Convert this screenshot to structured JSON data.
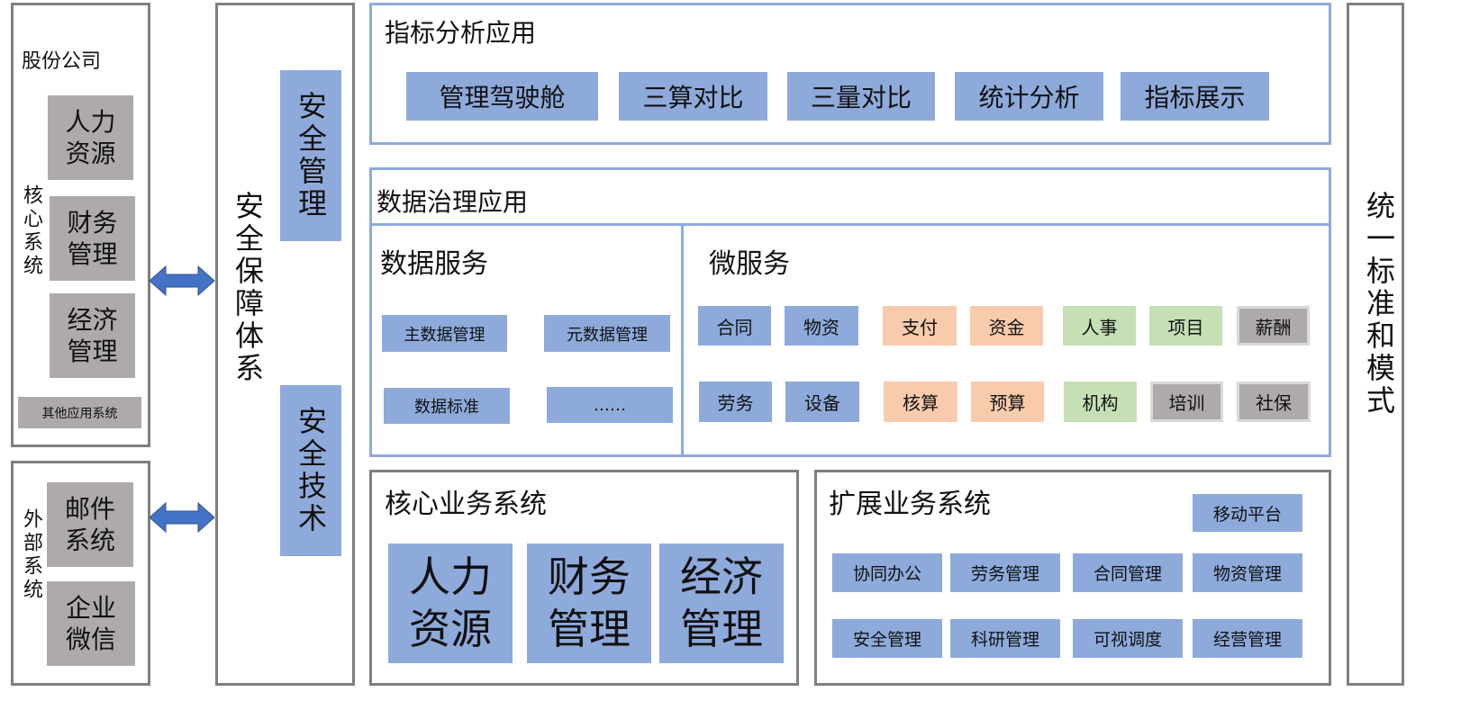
{
  "company": {
    "title": "股份公司",
    "core_label": "核心系统",
    "core_items": [
      "人力\n资源",
      "财务\n管理",
      "经济\n管理"
    ],
    "other": "其他应用系统"
  },
  "external": {
    "label": "外部系统",
    "items": [
      "邮件\n系统",
      "企业\n微信"
    ]
  },
  "security": {
    "title": "安全保障体系",
    "items": [
      "安全管理",
      "安全技术"
    ]
  },
  "indicator": {
    "title": "指标分析应用",
    "items": [
      "管理驾驶舱",
      "三算对比",
      "三量对比",
      "统计分析",
      "指标展示"
    ]
  },
  "governance": {
    "title": "数据治理应用",
    "data_service": {
      "title": "数据服务",
      "items": [
        "主数据管理",
        "元数据管理",
        "数据标准",
        "……"
      ]
    },
    "micro": {
      "title": "微服务",
      "row1": [
        "合同",
        "物资",
        "支付",
        "资金",
        "人事",
        "项目",
        "薪酬"
      ],
      "row2": [
        "劳务",
        "设备",
        "核算",
        "预算",
        "机构",
        "培训",
        "社保"
      ]
    }
  },
  "core_business": {
    "title": "核心业务系统",
    "items": [
      "人力\n资源",
      "财务\n管理",
      "经济\n管理"
    ]
  },
  "extended": {
    "title": "扩展业务系统",
    "mobile": "移动平台",
    "row1": [
      "协同办公",
      "劳务管理",
      "合同管理",
      "物资管理"
    ],
    "row2": [
      "安全管理",
      "科研管理",
      "可视调度",
      "经营管理"
    ]
  },
  "standard": {
    "title": "统一标准和模式"
  },
  "colors": {
    "blue": "#8eaadb",
    "gray": "#aeaaaa",
    "orange": "#f8cbad",
    "green": "#c5e0b4",
    "arrow": "#4472c4"
  }
}
